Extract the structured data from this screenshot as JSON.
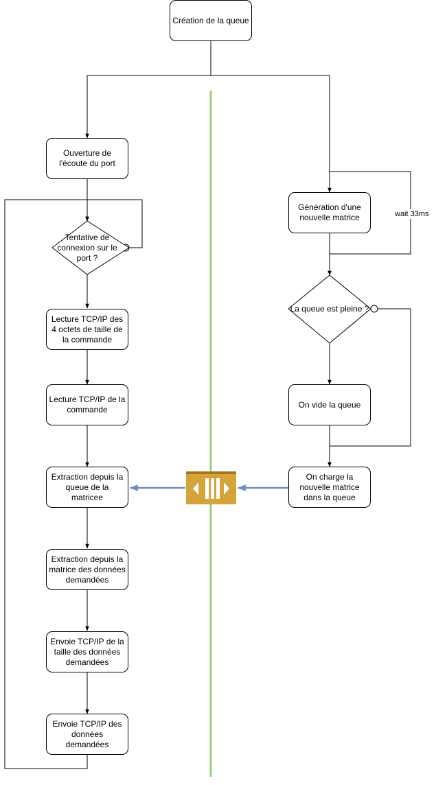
{
  "nodes": {
    "create_queue": "Création de la queue",
    "open_port": "Ouverture de l'écoute du port",
    "connect_attempt": "Tentative de connexion sur le port ?",
    "read_size": "Lecture TCP/IP des 4 octets de taille de la commande",
    "read_cmd": "Lecture TCP/IP de la commande",
    "extract_queue": "Extraction depuis la queue de la  matricee",
    "extract_matrix": "Extraction depuis la matrice des données demandées",
    "send_size": "Envoie TCP/IP de la taille des données demandées",
    "send_data": "Envoie TCP/IP des données demandées",
    "gen_matrix": "Génération d'une nouvelle matrice",
    "queue_full": "La queue est pleine ?",
    "empty_queue": "On vide la queue",
    "load_matrix": "On charge la nouvelle matrice dans la queue"
  },
  "labels": {
    "wait": "wait 33ms"
  },
  "colors": {
    "divider": "#97d077",
    "flow_arrow": "#6c8ebf",
    "queue_icon": "#d6a33a",
    "queue_icon_dark": "#a3761c"
  },
  "icons": {
    "queue": "queue-icon"
  }
}
